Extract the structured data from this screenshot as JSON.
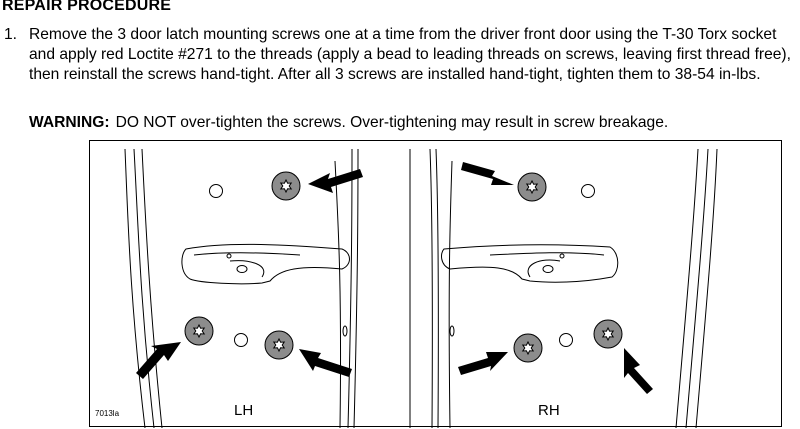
{
  "procedure": {
    "heading": "REPAIR PROCEDURE",
    "step_number": "1.",
    "step_text": "Remove the 3 door latch mounting screws one at a time from the driver front door using the T-30 Torx socket and apply red Loctite #271 to the threads (apply a bead to leading threads on screws, leaving first thread free), then reinstall the screws hand-tight. After all 3 screws are installed hand-tight, tighten them to 38-54 in-lbs.",
    "warning_label": "WARNING:",
    "warning_text": "DO NOT over-tighten the screws. Over-tightening may result in screw breakage."
  },
  "figure": {
    "left_label": "LH",
    "right_label": "RH",
    "figure_id": "7013la",
    "colors": {
      "screw_fill": "#8c8c8c",
      "line": "#000000"
    }
  }
}
